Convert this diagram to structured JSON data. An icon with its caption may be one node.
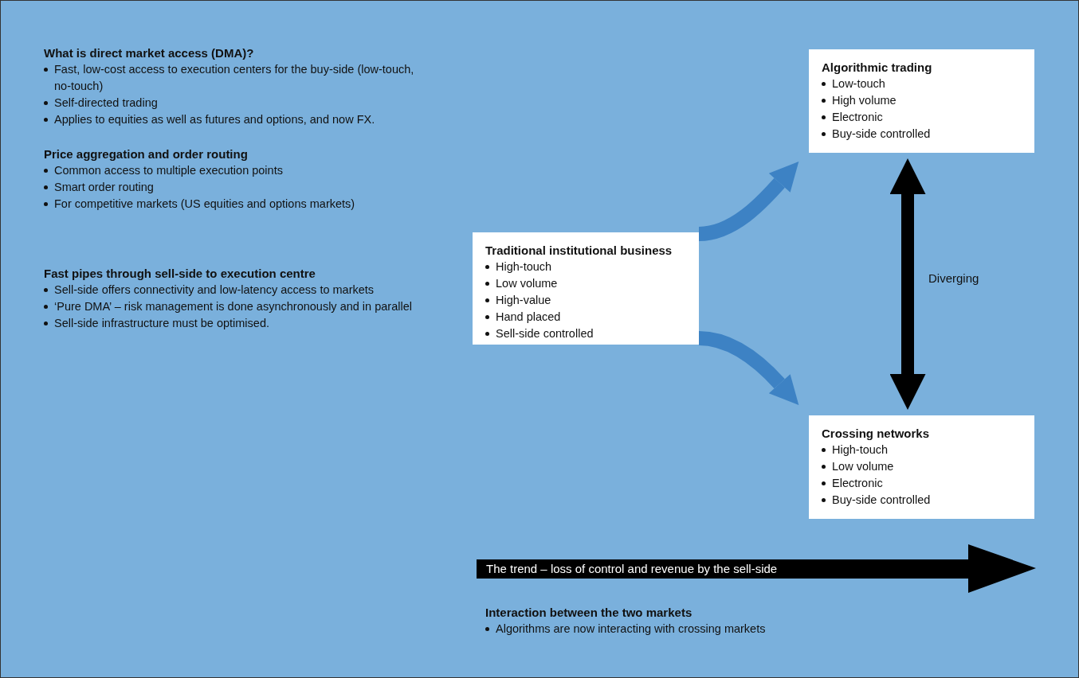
{
  "diagram": {
    "nodes": [
      {
        "text": [
          "Traditional institutional business",
          "High-touch",
          "Low volume",
          "High-value",
          "Hand placed",
          "Sell-side controlled"
        ]
      },
      {
        "text": [
          "Algorithmic trading",
          "Low-touch",
          "High volume",
          "Electronic",
          "Buy-side controlled"
        ]
      },
      {
        "text": [
          "Crossing networks",
          "High-touch",
          "Low volume",
          "Electronic",
          "Buy-side controlled"
        ]
      },
      {
        "text": [
          "The trend – loss of control and revenue by the sell-side"
        ]
      }
    ],
    "edges": [
      {
        "from": 0,
        "to": 1,
        "arrow": "to",
        "color": "#3d82c4"
      },
      {
        "from": 0,
        "to": 2,
        "arrow": "to",
        "color": "#3d82c4"
      },
      {
        "from": 1,
        "to": 2,
        "arrow": "both",
        "label": "Diverging",
        "color": "#000000"
      }
    ],
    "labels": [
      "What is direct market access (DMA)?",
      "Fast, low-cost access to execution centers for the buy-side (low-touch, no-touch)",
      "Self-directed trading",
      "Applies to equities as well as futures and options, and now FX.",
      "Price aggregation and order routing",
      "Common access to multiple execution points",
      "Smart order routing",
      "For competitive markets (US equities and options markets)",
      "Fast pipes through sell-side to execution centre",
      "Sell-side offers connectivity and low-latency access to markets",
      "‘Pure DMA’ – risk management is done asynchronously and in parallel",
      "Sell-side infrastructure must be optimised.",
      "Interaction between the two markets",
      "Algorithms are now interacting with crossing markets"
    ]
  }
}
